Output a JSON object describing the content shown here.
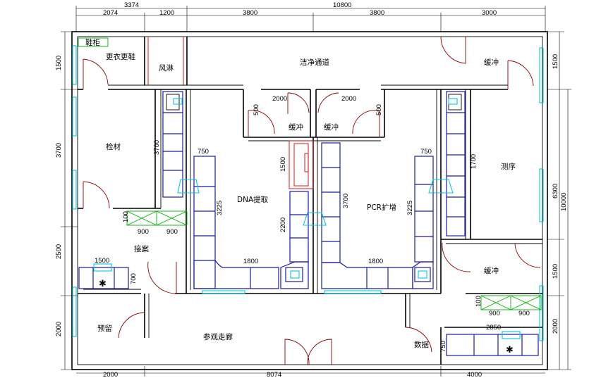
{
  "colors": {
    "wall": "#000000",
    "door": "#8b0000",
    "bench": "#1a1aa6",
    "window": "#00c8e0",
    "shelf": "#00b000",
    "passbox": "#d00000"
  },
  "rooms": {
    "shoe_cabinet": "鞋柜",
    "changing": "更衣更鞋",
    "air_shower": "风淋",
    "clean_corridor": "洁净通道",
    "buffer_top_right": "缓冲",
    "inspection": "检材",
    "buffer_left": "缓冲",
    "buffer_right": "缓冲",
    "dna_extraction": "DNA提取",
    "pcr": "PCR扩增",
    "sequencing": "测序",
    "reception": "接案",
    "buffer_lower_right": "缓冲",
    "reserved": "预留",
    "visitor_corridor": "参观走廊",
    "data": "数据"
  },
  "dimensions": {
    "top_total_left": "3374",
    "top_total_right": "10800",
    "top_2074": "2074",
    "top_1200": "1200",
    "top_3800_a": "3800",
    "top_3800_b": "3800",
    "top_3000": "3000",
    "left_1500": "1500",
    "left_3700": "3700",
    "left_2500": "2500",
    "left_2000": "2000",
    "right_1500_top": "1500",
    "right_6300": "6300",
    "right_10000": "10000",
    "right_1500_mid": "1500",
    "right_2000": "2000",
    "bottom_2000": "2000",
    "bottom_8074": "8074",
    "bottom_4000": "4000",
    "inner_2000_left": "2000",
    "inner_2000_right": "2000",
    "inner_500_left": "500",
    "inner_500_right": "500",
    "inner_3700_left": "3700",
    "inner_750_left": "750",
    "inner_750_right": "750",
    "inner_1500": "1500",
    "inner_3225_left": "3225",
    "inner_3225_right": "3225",
    "inner_2200": "2200",
    "inner_3700_pcr": "3700",
    "inner_1700": "1700",
    "inner_1800_left": "1800",
    "inner_1800_right": "1800",
    "inner_100_left": "100",
    "inner_900_a": "900",
    "inner_900_b": "900",
    "inner_1500_recv": "1500",
    "inner_700": "700",
    "inner_100_right": "100",
    "inner_900_c": "900",
    "inner_900_d": "900",
    "inner_2850": "2850",
    "inner_750_data": "750"
  },
  "symbols": {
    "sink_mark_left": "✱",
    "sink_mark_right": "✱"
  }
}
